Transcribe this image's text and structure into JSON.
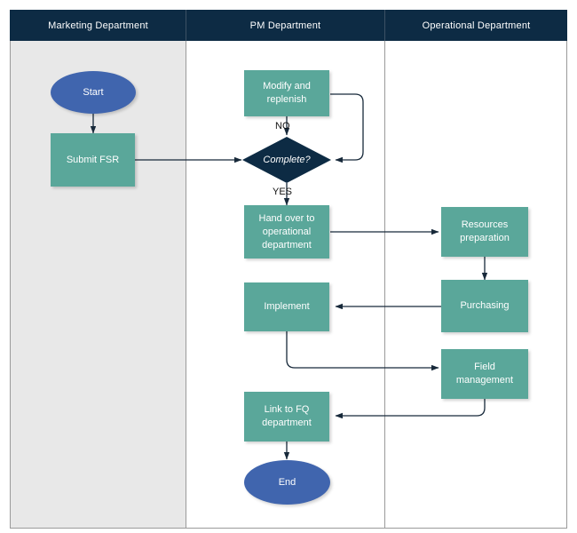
{
  "diagram": {
    "type": "swimlane-flowchart",
    "colors": {
      "header": "#0d2b44",
      "lane_marketing_bg": "#e8e8e8",
      "process": "#5aa79a",
      "terminator": "#4065ae",
      "decision": "#0d2b44",
      "connector": "#1b2a36",
      "border": "#9a9a9a"
    },
    "lanes": [
      {
        "id": "marketing",
        "title": "Marketing Department"
      },
      {
        "id": "pm",
        "title": "PM Department"
      },
      {
        "id": "operational",
        "title": "Operational Department"
      }
    ],
    "nodes": {
      "start": {
        "label": "Start",
        "shape": "terminator",
        "lane": "marketing"
      },
      "submit_fsr": {
        "label": "Submit FSR",
        "shape": "process",
        "lane": "marketing"
      },
      "modify": {
        "label": "Modify and replenish",
        "shape": "process",
        "lane": "pm"
      },
      "complete": {
        "label": "Complete?",
        "shape": "decision",
        "lane": "pm"
      },
      "hand_over": {
        "label": "Hand over to operational department",
        "shape": "process",
        "lane": "pm"
      },
      "implement": {
        "label": "Implement",
        "shape": "process",
        "lane": "pm"
      },
      "link_fq": {
        "label": "Link to FQ department",
        "shape": "process",
        "lane": "pm"
      },
      "end": {
        "label": "End",
        "shape": "terminator",
        "lane": "pm"
      },
      "resources": {
        "label": "Resources preparation",
        "shape": "process",
        "lane": "operational"
      },
      "purchasing": {
        "label": "Purchasing",
        "shape": "process",
        "lane": "operational"
      },
      "field_mgmt": {
        "label": "Field management",
        "shape": "process",
        "lane": "operational"
      }
    },
    "edge_labels": {
      "no": "NO",
      "yes": "YES"
    },
    "edges": [
      {
        "from": "start",
        "to": "submit_fsr",
        "label": ""
      },
      {
        "from": "submit_fsr",
        "to": "complete",
        "label": ""
      },
      {
        "from": "modify",
        "to": "complete",
        "label": "NO"
      },
      {
        "from": "complete",
        "to": "modify",
        "label": ""
      },
      {
        "from": "complete",
        "to": "hand_over",
        "label": "YES"
      },
      {
        "from": "hand_over",
        "to": "resources",
        "label": ""
      },
      {
        "from": "resources",
        "to": "purchasing",
        "label": ""
      },
      {
        "from": "purchasing",
        "to": "implement",
        "label": ""
      },
      {
        "from": "implement",
        "to": "field_mgmt",
        "label": ""
      },
      {
        "from": "field_mgmt",
        "to": "link_fq",
        "label": ""
      },
      {
        "from": "link_fq",
        "to": "end",
        "label": ""
      }
    ]
  }
}
